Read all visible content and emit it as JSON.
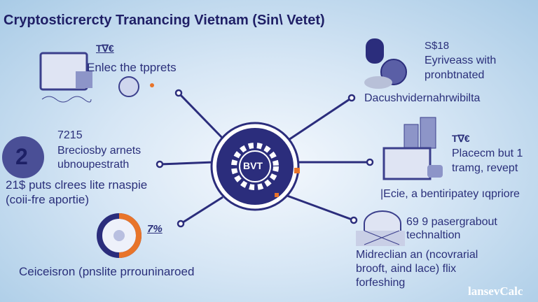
{
  "title": "Cryptosticrercty Tranancing Vietnam (Sin\\ Vetet)",
  "top_left": {
    "badge": "T∇€",
    "text": "Enlec the tpprets"
  },
  "mid_left": {
    "number_icon": "2",
    "value": "7215",
    "line1": "Breciosby arnets",
    "line2": "ubnoupestrath",
    "note1": "21$ puts clrees lite rnaspie",
    "note2": "(coii-fre aportie)"
  },
  "bottom_left": {
    "percent": "7%",
    "caption": "Ceiceisron (pnslite prrouninaroed"
  },
  "center": {
    "label": "BVT"
  },
  "top_right": {
    "value": "S$18",
    "line1": "Eyriveass with",
    "line2": "pronbtnated",
    "caption": "Dacushvidernahrwibilta"
  },
  "mid_right": {
    "badge": "T∇€",
    "line1": "Placecm but 1",
    "line2": "tramg, revept",
    "caption": "|Ecie, a bentiripatey ıqpriore"
  },
  "bottom_right": {
    "line1": "69 9 pasergrabout",
    "line2": "technaltion",
    "caption1": "Midreclian an (ncovrarial",
    "caption2": "brooft, aind lace) flix",
    "caption3": "forfeshing"
  },
  "watermark": "lansevCalc",
  "colors": {
    "navy": "#2b2d7c",
    "orange": "#e8742a",
    "text": "#1f1f66"
  }
}
